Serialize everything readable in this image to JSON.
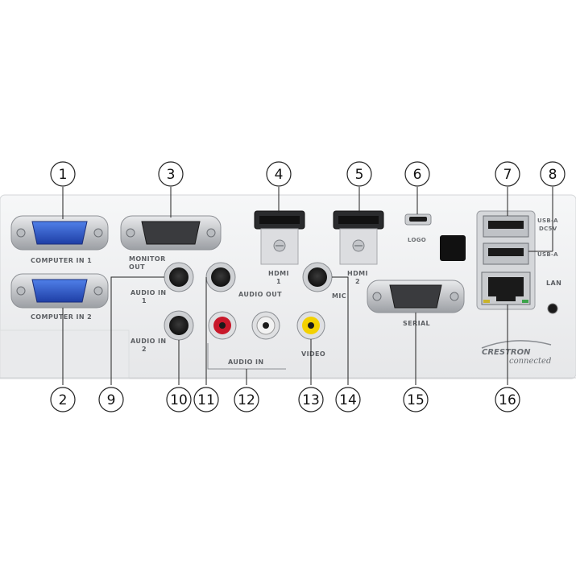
{
  "callouts": [
    "1",
    "2",
    "3",
    "4",
    "5",
    "6",
    "7",
    "8",
    "9",
    "10",
    "11",
    "12",
    "13",
    "14",
    "15",
    "16"
  ],
  "labels": {
    "computer_in_1": "COMPUTER IN 1",
    "computer_in_2": "COMPUTER IN 2",
    "monitor_out_1": "MONITOR",
    "monitor_out_2": "OUT",
    "hdmi1_1": "HDMI",
    "hdmi1_2": "1",
    "hdmi2_1": "HDMI",
    "hdmi2_2": "2",
    "logo": "LOGO",
    "usb_a_1": "USB-A",
    "usb_a_dc": "DC5V",
    "usb_a_2": "USB-A",
    "lan": "LAN",
    "audio_in_1a": "AUDIO IN",
    "audio_in_1b": "1",
    "audio_in_2a": "AUDIO IN",
    "audio_in_2b": "2",
    "audio_out": "AUDIO OUT",
    "audio_in": "AUDIO IN",
    "mic": "MIC",
    "video": "VIDEO",
    "serial": "SERIAL"
  },
  "brand": {
    "name": "CRESTRON",
    "sub": "connected"
  },
  "colors": {
    "panel": "#eeeff0",
    "vga_blue": "#2f58c8",
    "rca_red": "#c8182a",
    "rca_yellow": "#f3d100",
    "rca_white": "#f2f2f2"
  }
}
